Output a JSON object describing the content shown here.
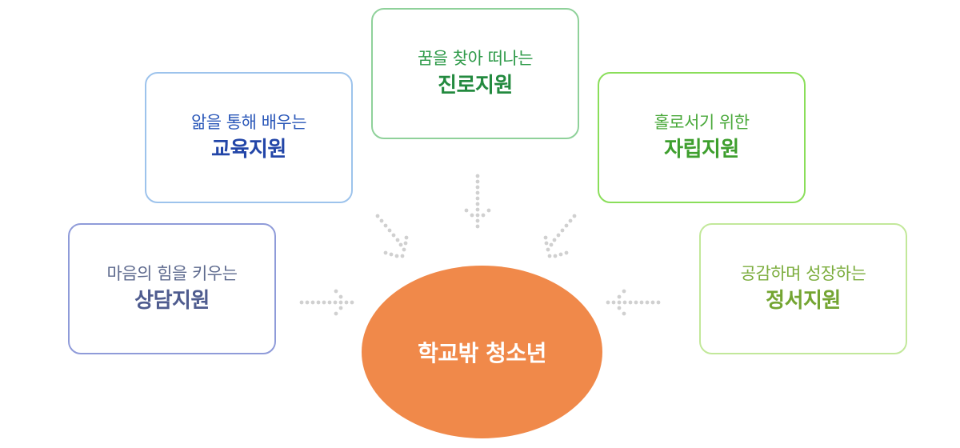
{
  "center": {
    "label": "학교밖 청소년"
  },
  "boxes": {
    "counsel": {
      "sub": "마음의 힘을 키우는",
      "main": "상담지원"
    },
    "edu": {
      "sub": "앎을 통해 배우는",
      "main": "교육지원"
    },
    "career": {
      "sub": "꿈을 찾아 떠나는",
      "main": "진로지원"
    },
    "indep": {
      "sub": "홀로서기 위한",
      "main": "자립지원"
    },
    "emotion": {
      "sub": "공감하며 성장하는",
      "main": "정서지원"
    }
  },
  "colors": {
    "center_fill": "#f0894a",
    "arrow_dots": "#d0d0d0"
  }
}
